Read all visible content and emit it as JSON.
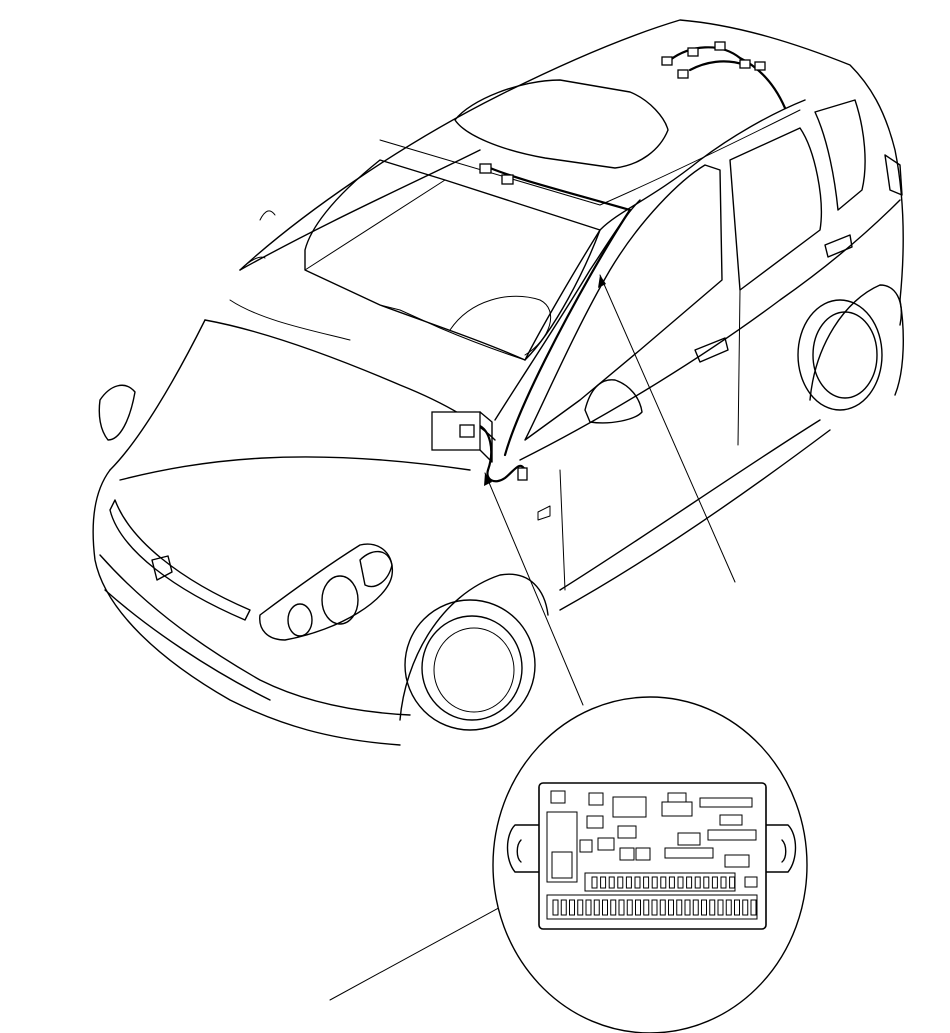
{
  "diagram": {
    "kind": "wiring harness location illustration",
    "callout_count": 2,
    "pointer_count": 3,
    "colors": {
      "stroke": "#000000",
      "background": "#ffffff"
    }
  }
}
